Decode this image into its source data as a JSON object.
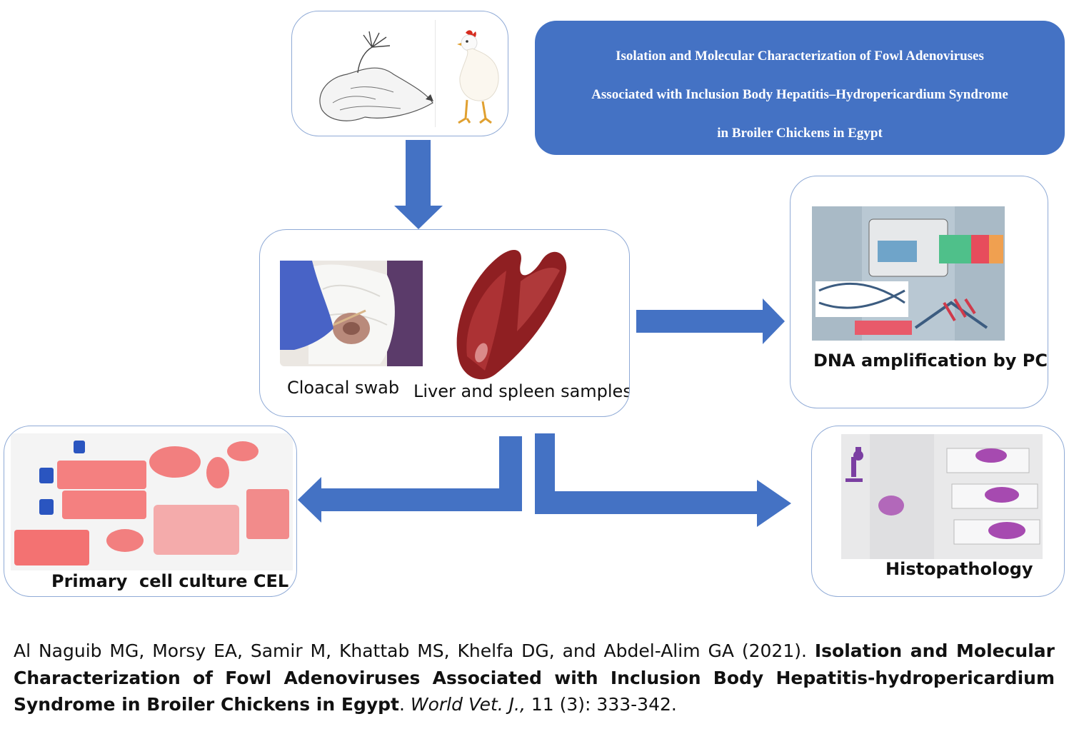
{
  "title": {
    "line1": "Isolation and Molecular Characterization of Fowl Adenoviruses",
    "line2": "Associated with Inclusion Body Hepatitis–Hydropericardium Syndrome",
    "line3": "in Broiler Chickens in Egypt"
  },
  "samples": {
    "swab_label": "Cloacal swab",
    "organ_label": "Liver and spleen samples"
  },
  "pcr": {
    "label": "DNA amplification by PCR"
  },
  "culture": {
    "label": "Primary  cell culture CEL"
  },
  "histo": {
    "label": "Histopathology"
  },
  "citation": {
    "authors": "Al Naguib MG, Morsy EA, Samir M, Khattab MS, Khelfa DG, and Abdel-Alim GA (2021). ",
    "title": "Isolation and Molecular Characterization of Fowl Adenoviruses Associated with Inclusion Body Hepatitis-hydropericardium Syndrome in Broiler Chickens in Egypt",
    "sep": ". ",
    "journal": "World Vet. J.,",
    "volume": " 11 (3): 333-342."
  },
  "colors": {
    "accent": "#4472c4",
    "border": "#8faad6"
  }
}
